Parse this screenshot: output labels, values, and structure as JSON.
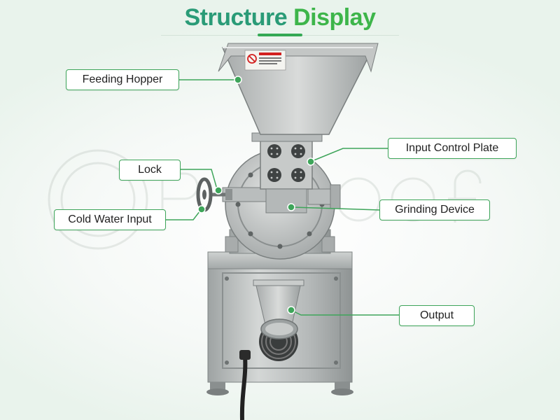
{
  "title": {
    "word1": "Structure",
    "word2": "Display"
  },
  "labels": {
    "feeding_hopper": "Feeding Hopper",
    "lock": "Lock",
    "cold_water_input": "Cold Water Input",
    "input_control_plate": "Input Control Plate",
    "grinding_device": "Grinding Device",
    "output": "Output"
  },
  "colors": {
    "title_word1": "#2a9b77",
    "title_word2": "#3db54a",
    "label_border": "#3ea55a",
    "leader_line": "#3ea55a",
    "steel": "#b9bdbd"
  },
  "icons": [
    "warning-sticker-icon",
    "watermark-logo-icon"
  ]
}
